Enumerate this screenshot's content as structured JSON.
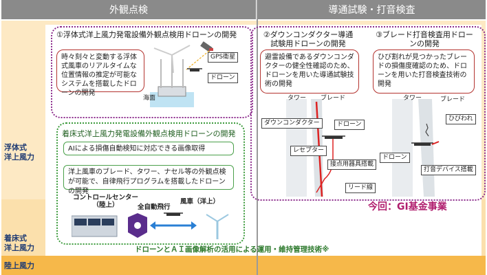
{
  "headers": {
    "exterior": "外観点検",
    "conduction": "導通試験・打音検査"
  },
  "row_labels": {
    "floating": "浮体式\n洋上風力",
    "fixed": "着床式\n洋上風力",
    "land": "陸上風力"
  },
  "section1": {
    "title": "①浮体式洋上風力発電設備外観点検用ドローンの開発",
    "description": "時々刻々と変動する浮体式風車のリアルタイムな位置情報の推定が可能なシステムを搭載したドローンの開発",
    "labels": {
      "gps": "GPS衛星",
      "drone": "ドローン",
      "sea": "海面"
    }
  },
  "section2": {
    "title": "②ダウンコンダクター導通試験用ドローンの開発",
    "description": "避雷設備であるダウンコンダクターの健全性確認のため、ドローンを用いた導通試験技術の開発",
    "labels": {
      "tower": "タワー",
      "blade": "ブレード",
      "down_conductor": "ダウンコンダクター",
      "drone": "ドローン",
      "receptor": "レセプター",
      "contact_device": "接点用器具搭載",
      "lead_wire": "リード線"
    }
  },
  "section3": {
    "title": "③ブレード打音検査用ドローンの開発",
    "description": "ひび割れが見つかったブレードの損傷度確認のため、ドローンを用いた打音検査技術の開発",
    "labels": {
      "tower": "タワー",
      "blade": "ブレード",
      "crack": "ひびわれ",
      "drone": "ドローン",
      "device": "打音デバイス搭載"
    }
  },
  "section4": {
    "title": "着床式洋上風力発電設備外観点検用ドローンの開発",
    "box1": "AIによる損傷自動検知に対応できる画像取得",
    "box2": "洋上風車のブレード、タワー、ナセル等の外観点検が可能で、自律飛行プログラムを搭載したドローンの開発",
    "control_center": "コントロールセンター\n（陸上）",
    "auto_flight": "全自動飛行",
    "turbine": "風車（洋上）"
  },
  "gi_label": "今回：GI基金事業",
  "bottom_text": "ドローンとＡＩ画像解析の活用による運用・維持管理技術※",
  "colors": {
    "purple": "#8b2a8b",
    "green": "#3a9a3a",
    "red_box": "#b3322e",
    "gi": "#b01e6e"
  }
}
